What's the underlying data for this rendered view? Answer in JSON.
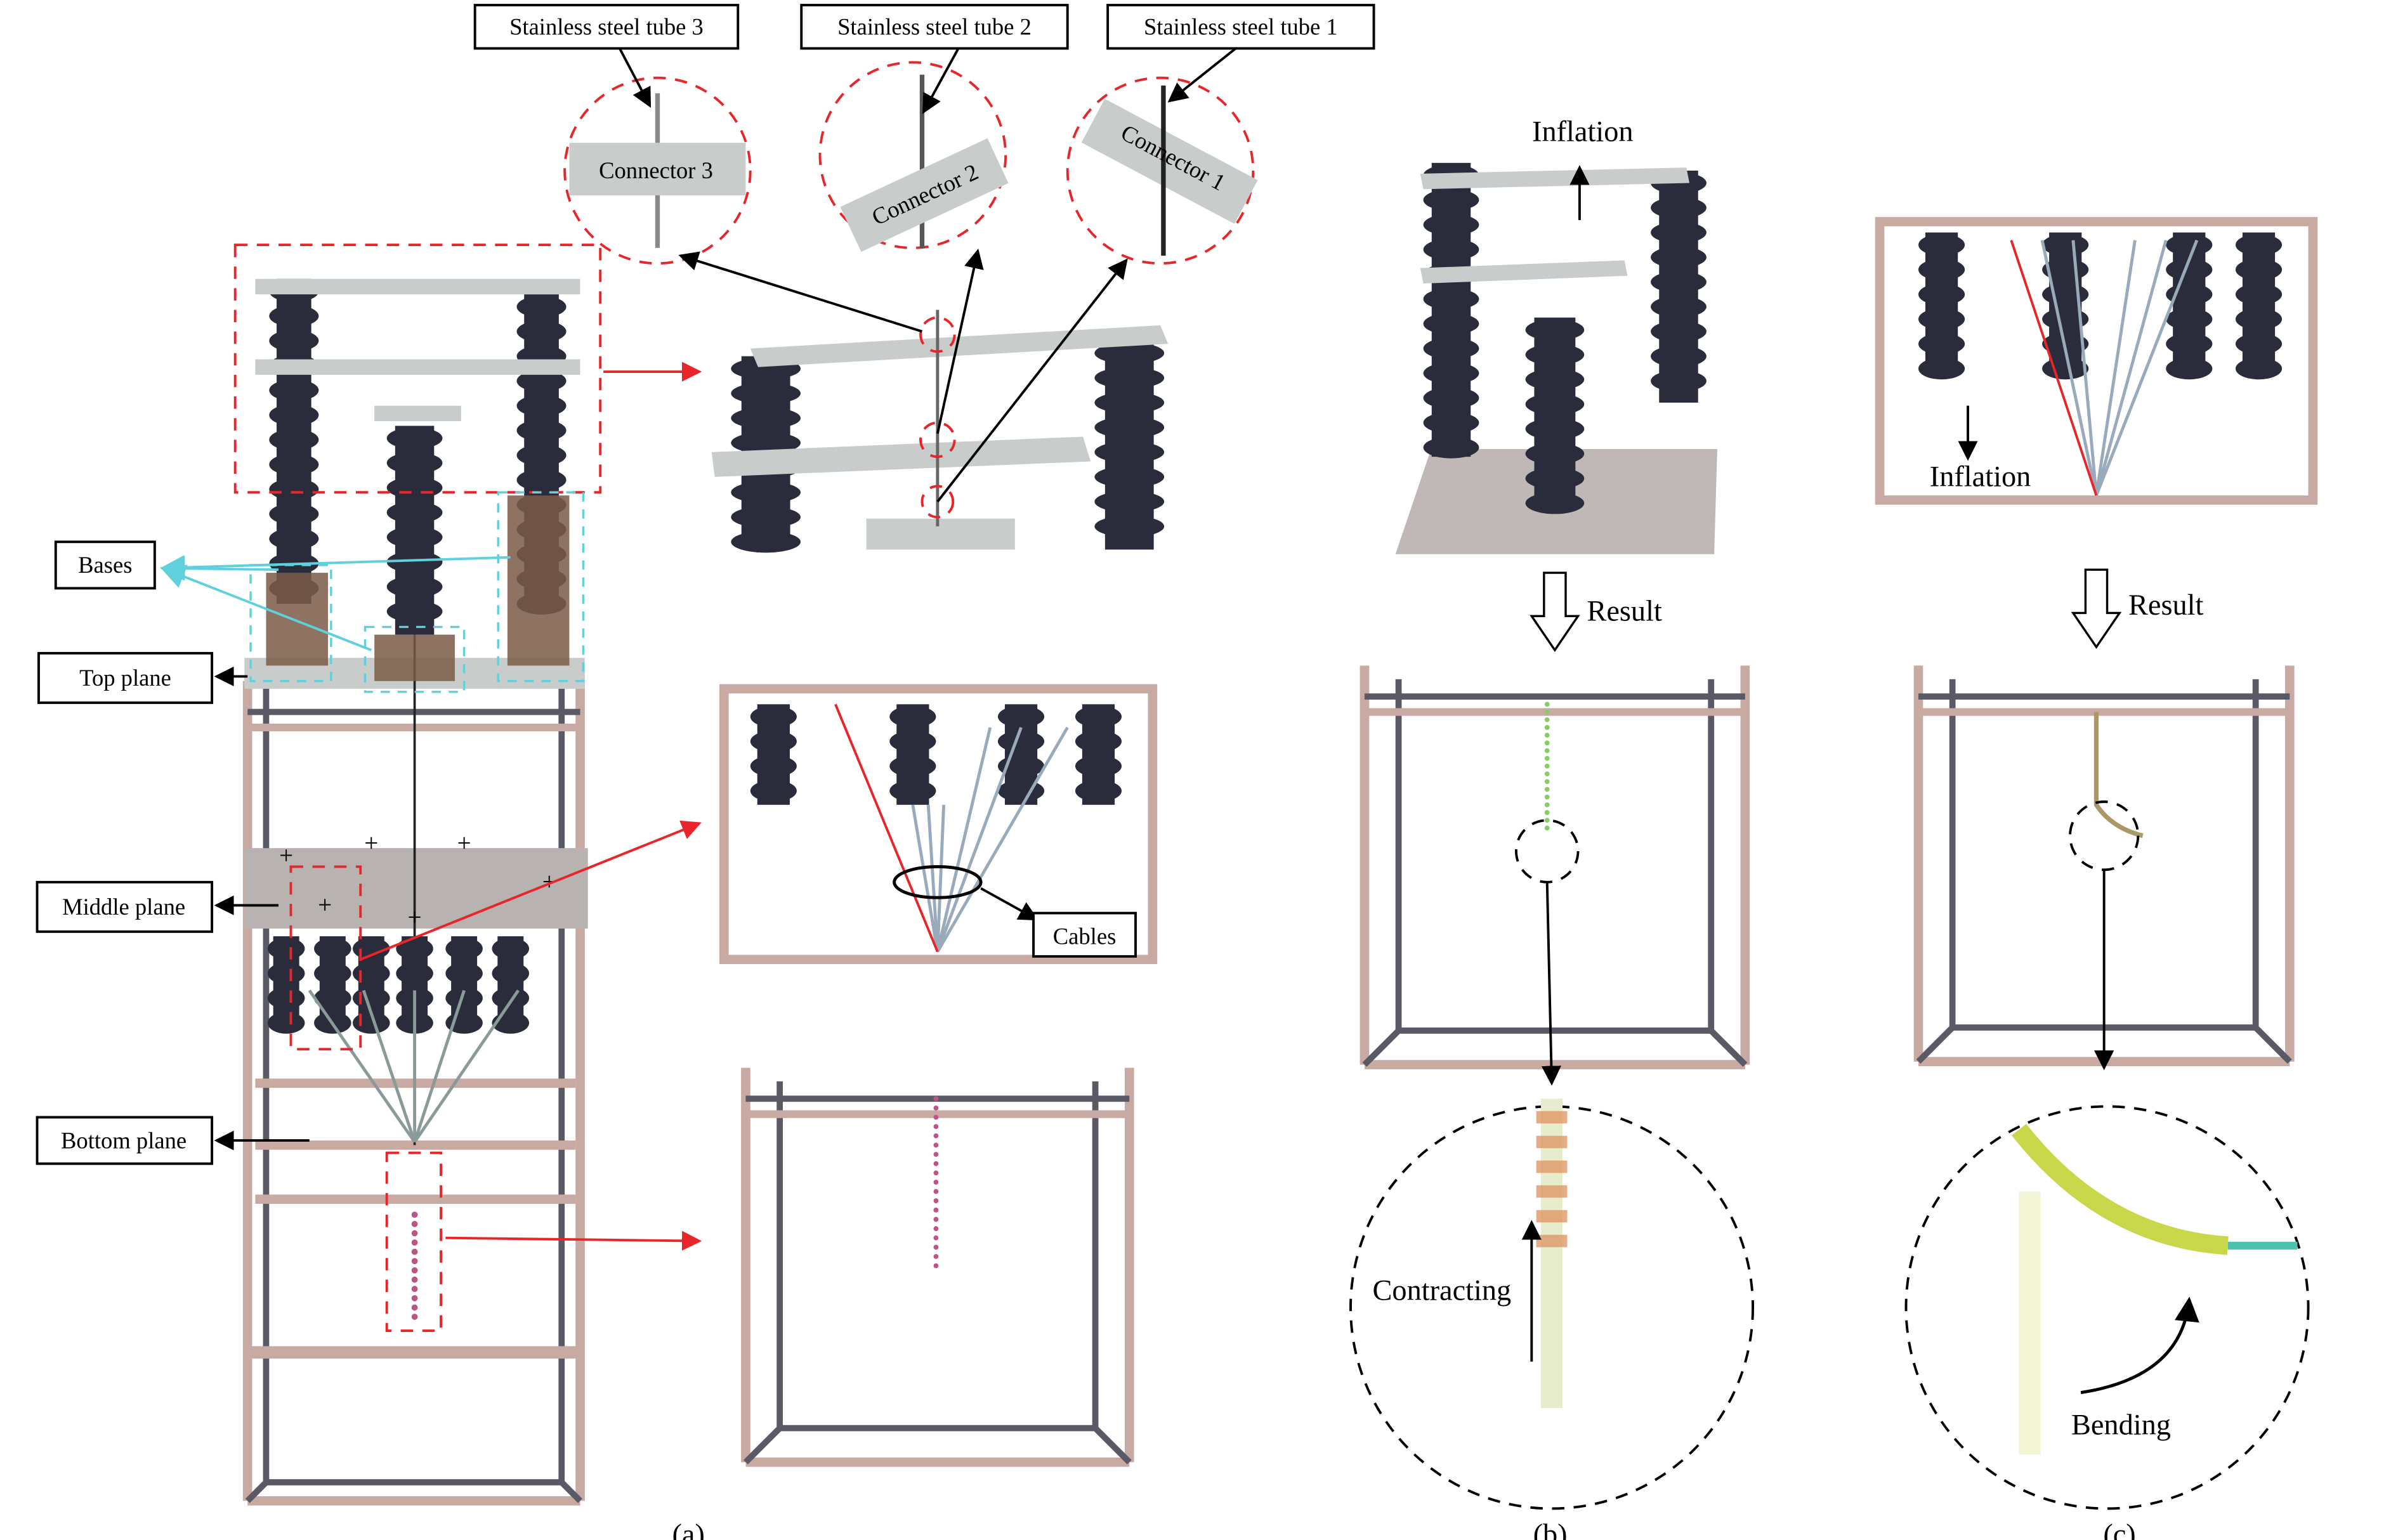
{
  "labels": {
    "tube3": "Stainless steel tube 3",
    "tube2": "Stainless steel tube 2",
    "tube1": "Stainless steel tube 1",
    "connector3": "Connector 3",
    "connector2": "Connector 2",
    "connector1": "Connector 1",
    "bases": "Bases",
    "top_plane": "Top plane",
    "middle_plane": "Middle plane",
    "bottom_plane": "Bottom plane",
    "cables": "Cables",
    "inflation_b": "Inflation",
    "result_b": "Result",
    "contracting": "Contracting",
    "inflation_c": "Inflation",
    "result_c": "Result",
    "bending": "Bending"
  },
  "panels": {
    "a": "(a)",
    "b": "(b)",
    "c": "(c)"
  },
  "colors": {
    "frame": "#c9aaa3",
    "frame_dark": "#5a5a66",
    "bellows": "#2a2c3c",
    "plate": "#c8cccb",
    "highlight_red": "#e8262a",
    "highlight_cyan": "#5fd0dc",
    "base_brown": "#7a5a48"
  }
}
